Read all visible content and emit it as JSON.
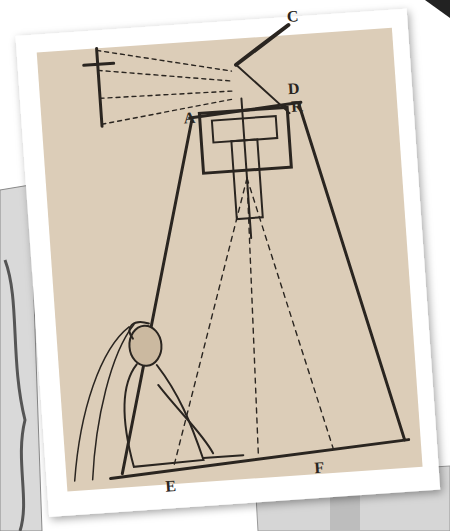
{
  "diagram": {
    "labels": [
      "C",
      "D",
      "R",
      "A",
      "E",
      "F"
    ]
  }
}
